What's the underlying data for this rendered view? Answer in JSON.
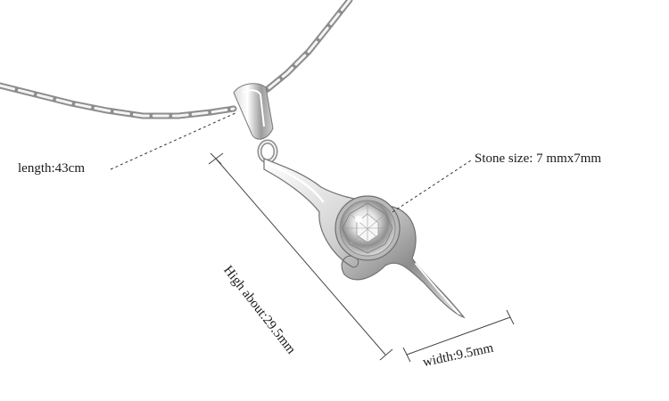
{
  "labels": {
    "length": "length:43cm",
    "stone_size": "Stone size: 7 mmx7mm",
    "height": "High about:29.5mm",
    "width": "width:9.5mm"
  },
  "colors": {
    "background": "#ffffff",
    "silver_light": "#f2f2f2",
    "silver_mid": "#bdbdbd",
    "silver_dark": "#6e6e6e",
    "text": "#1a1a1a",
    "line": "#333333"
  }
}
